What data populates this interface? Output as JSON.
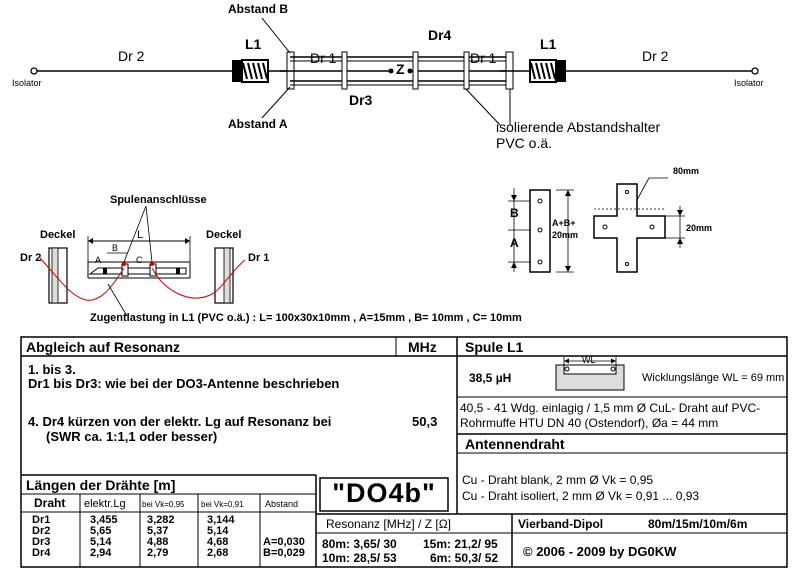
{
  "diagram": {
    "abstand_b": "Abstand B",
    "abstand_a": "Abstand A",
    "dr2": "Dr 2",
    "dr1": "Dr 1",
    "dr3": "Dr3",
    "dr4": "Dr4",
    "l1": "L1",
    "z": "Z",
    "isolator": "Isolator",
    "abstandshalter_1": "isolierende Abstandshalter",
    "abstandshalter_2": "PVC o.ä.",
    "spulenanschluesse": "Spulenanschlüsse",
    "deckel": "Deckel",
    "dr2_small": "Dr 2",
    "dr1_small": "Dr 1",
    "L": "L",
    "A": "A",
    "B": "B",
    "C": "C",
    "zugentlastung": "Zugentlastung in L1 (PVC o.ä.) : L= 100x30x10mm , A=15mm , B= 10mm , C= 10mm",
    "dim_80mm": "80mm",
    "dim_20mm": "20mm",
    "dim_ab_1": "A+B+",
    "dim_ab_2": "20mm",
    "spacer_b": "B",
    "spacer_a": "A"
  },
  "table": {
    "abgleich_title": "Abgleich auf Resonanz",
    "mhz_header": "MHz",
    "step1": "1. bis 3.",
    "step1b": "Dr1 bis Dr3: wie bei der DO3-Antenne beschrieben",
    "step4": "4. Dr4 kürzen von der elektr. Lg auf Resonanz bei",
    "step4_value": "50,3",
    "step4b": "(SWR ca. 1:1,1 oder besser)",
    "laengen_title": "Längen der Drähte [m]",
    "col_draht": "Draht",
    "col_elektr": "elektr.Lg",
    "col_vk95": "bei Vk=0,95",
    "col_vk91": "bei Vk=0,91",
    "col_abstand": "Abstand",
    "rows": [
      {
        "name": "Dr1",
        "elektr": "3,455",
        "vk95": "3,282",
        "vk91": "3,144",
        "abstand": ""
      },
      {
        "name": "Dr2",
        "elektr": "5,65",
        "vk95": "5,37",
        "vk91": "5,14",
        "abstand": ""
      },
      {
        "name": "Dr3",
        "elektr": "5,14",
        "vk95": "4,88",
        "vk91": "4,68",
        "abstand": "A=0,030"
      },
      {
        "name": "Dr4",
        "elektr": "2,94",
        "vk95": "2,79",
        "vk91": "2,68",
        "abstand": "B=0,029"
      }
    ],
    "do4b": "\"DO4b\"",
    "resonanz_header": "Resonanz  [MHz] / Z [Ω]",
    "res_80": "80m: 3,65/ 30",
    "res_15": "15m: 21,2/ 95",
    "res_10": "10m: 28,5/ 53",
    "res_6": "6m: 50,3/ 52",
    "spule_title": "Spule L1",
    "inductance": "38,5 µH",
    "wl_label": "WL",
    "wicklungslaenge": "Wicklungslänge WL = 69 mm",
    "spule_desc1": "40,5 - 41 Wdg. einlagig / 1,5 mm Ø CuL- Draht auf PVC-",
    "spule_desc2": "Rohrmuffe HTU DN 40 (Ostendorf), Øa = 44 mm",
    "antennendraht_title": "Antennendraht",
    "draht1": "Cu - Draht blank, 2 mm Ø  Vk = 0,95",
    "draht2": "Cu - Draht isoliert, 2 mm Ø Vk = 0,91 ... 0,93",
    "vierband": "Vierband-Dipol",
    "bands": "80m/15m/10m/6m",
    "copyright": "© 2006 - 2009 by DG0KW"
  }
}
